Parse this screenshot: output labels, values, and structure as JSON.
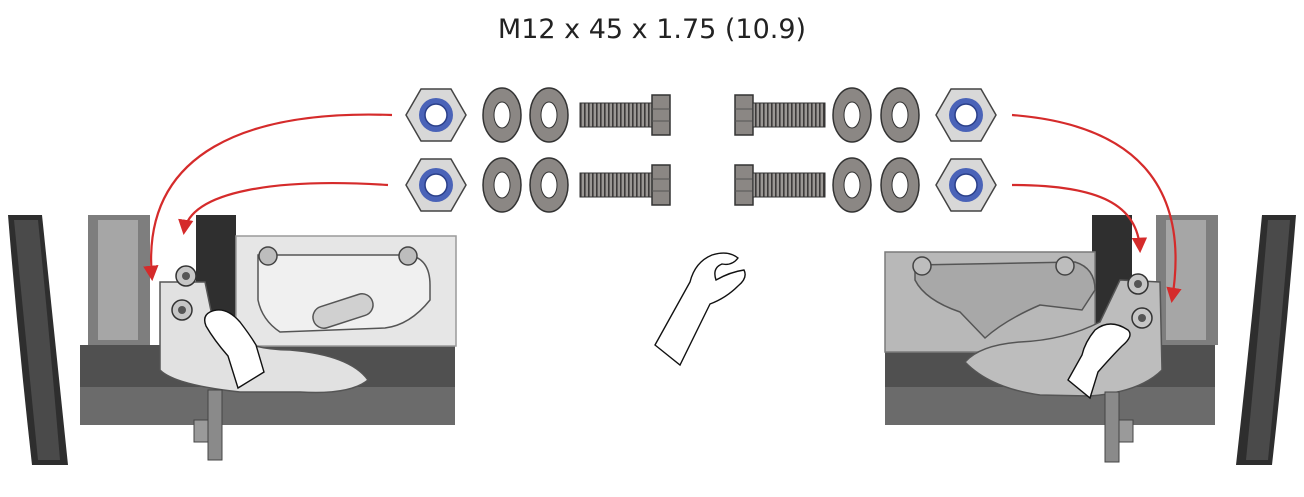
{
  "title": "M12 x 45 x 1.75 (10.9)",
  "hardware": {
    "per_side_rows": 2,
    "row_items": [
      "lock-nut",
      "washer",
      "washer",
      "bolt"
    ]
  },
  "colors": {
    "arrow": "#d52b2b",
    "metal_dark": "#8b8784",
    "metal_light": "#cfcfcf",
    "nylon_insert": "#4a63b8",
    "frame": "#3a3a3a",
    "plate_left": "#e4e4e4",
    "plate_right": "#b5b5b5"
  },
  "icons": {
    "center": "hand-hint-icon"
  }
}
